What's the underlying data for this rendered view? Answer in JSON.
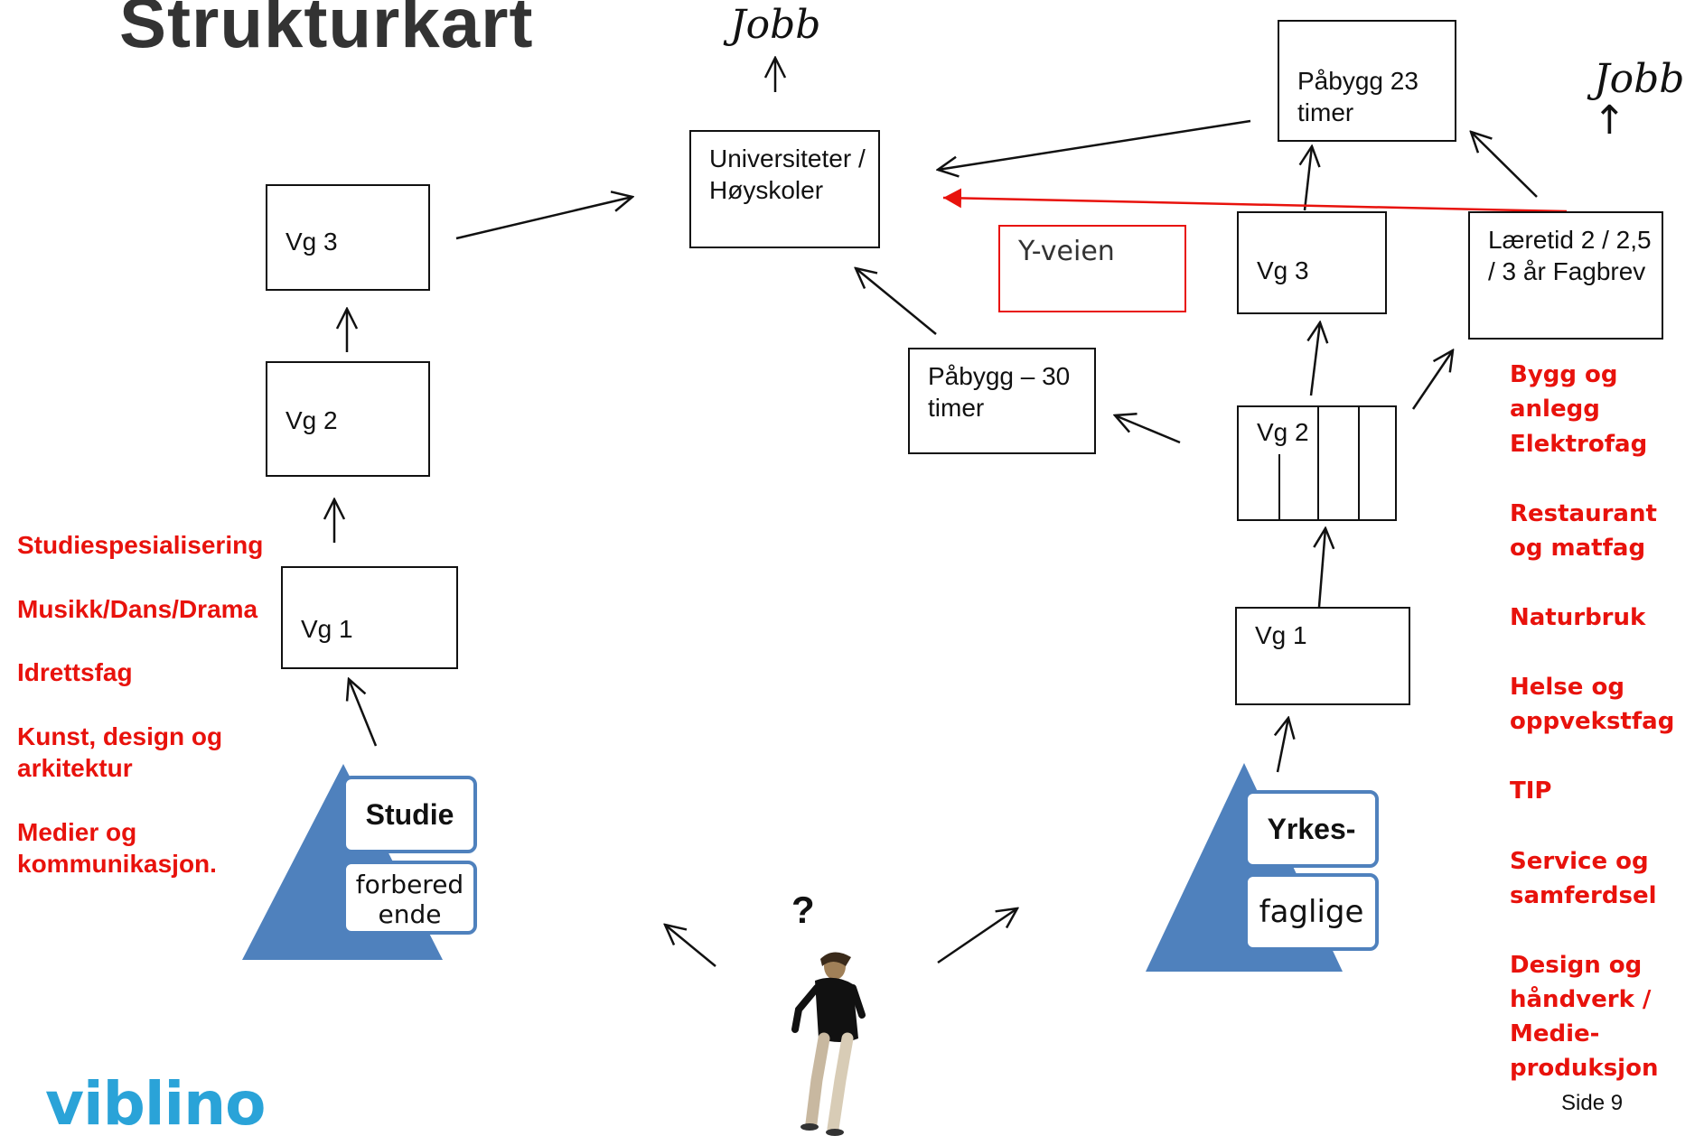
{
  "title": "Strukturkart",
  "jobb_left": "Jobb",
  "jobb_right": "Jobb",
  "question_mark": "?",
  "page_number": "Side 9",
  "logo": "viblino",
  "boxes": {
    "universiteter": "Universiteter / Høyskoler",
    "pabygg_23": "Påbygg 23 timer",
    "vg3_left": "Vg 3",
    "vg2_left": "Vg 2",
    "vg1_left": "Vg 1",
    "y_veien": "Y-veien",
    "vg3_right": "Vg 3",
    "laeretid": "Læretid 2 / 2,5 / 3 år Fagbrev",
    "pabygg_30": "Påbygg – 30 timer",
    "vg2_right": "Vg 2",
    "vg1_right": "Vg 1"
  },
  "pyramid_left": {
    "top_label": "Studie",
    "bottom_label": "forbered ende"
  },
  "pyramid_right": {
    "top_label": "Yrkes-",
    "bottom_label": "faglige"
  },
  "left_programs": [
    "Studiespesialisering",
    "Musikk/Dans/Drama",
    "Idrettsfag",
    "Kunst, design og arkitektur",
    "Medier og kommunikasjon."
  ],
  "right_programs": [
    "Bygg og anlegg",
    "Elektrofag",
    "Restaurant og matfag",
    "Naturbruk",
    "Helse og oppvekstfag",
    "TIP",
    "Service og samferdsel",
    "Design og håndverk / Medie-produksjon"
  ],
  "colors": {
    "accent_red": "#e8120c",
    "pyramid_blue": "#4f81bd",
    "logo_blue": "#2aa3d8"
  }
}
